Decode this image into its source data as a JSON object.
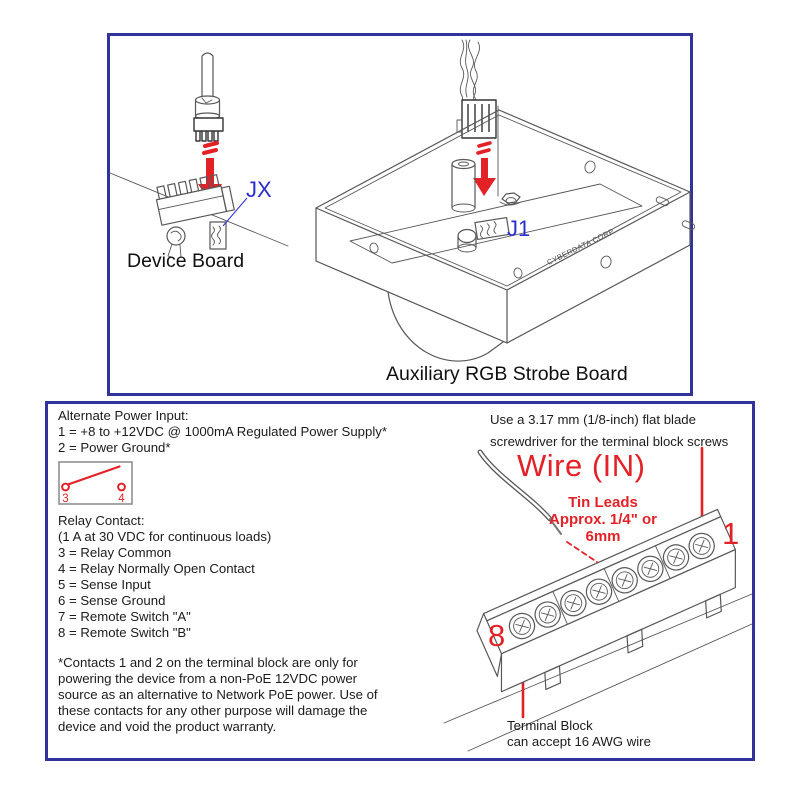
{
  "colors": {
    "panel_border": "#32329c",
    "red": "#e32228",
    "blue": "#2a2ecc",
    "line": "#585858",
    "text": "#1b1b1b"
  },
  "icons": {
    "insert_arrow": "red filled downward insertion arrow",
    "leader_line": "red pointer line",
    "relay_switch": "open relay contact symbol"
  },
  "top_panel": {
    "device_board": {
      "connector_label": "JX",
      "caption": "Device Board"
    },
    "strobe_board": {
      "connector_label": "J1",
      "pcb_text": "CYBERDATA CORP.",
      "caption": "Auxiliary RGB Strobe Board"
    }
  },
  "bottom_panel": {
    "power_input": {
      "title": "Alternate Power Input:",
      "lines": [
        "1 = +8 to +12VDC @ 1000mA Regulated Power Supply*",
        "2 = Power Ground*"
      ]
    },
    "relay_diagram": {
      "left_terminal": "3",
      "right_terminal": "4"
    },
    "relay_contact": {
      "title": "Relay Contact:",
      "subtitle": "(1 A at 30 VDC for continuous loads)",
      "items": [
        "3 = Relay Common",
        "4 = Relay Normally Open Contact",
        "5 = Sense Input",
        "6 = Sense Ground",
        "7 = Remote Switch \"A\"",
        "8 = Remote Switch \"B\""
      ]
    },
    "warning_lines": [
      "*Contacts 1 and 2 on the terminal block are only for",
      "powering the device from a non-PoE 12VDC power",
      "source as an alternative to Network PoE power. Use of",
      "these contacts for any other purpose will damage the",
      "device and void the product warranty."
    ],
    "screwdriver_note": {
      "lines": [
        "Use a 3.17 mm (1/8-inch) flat blade",
        "screwdriver for the terminal block screws"
      ]
    },
    "wire_in_label": "Wire (IN)",
    "tin_leads_note": {
      "lines": [
        "Tin Leads",
        "Approx. 1/4\" or",
        "6mm"
      ]
    },
    "terminal_first": "1",
    "terminal_last": "8",
    "terminal_block_caption": {
      "lines": [
        "Terminal Block",
        "can accept 16 AWG wire"
      ]
    }
  }
}
